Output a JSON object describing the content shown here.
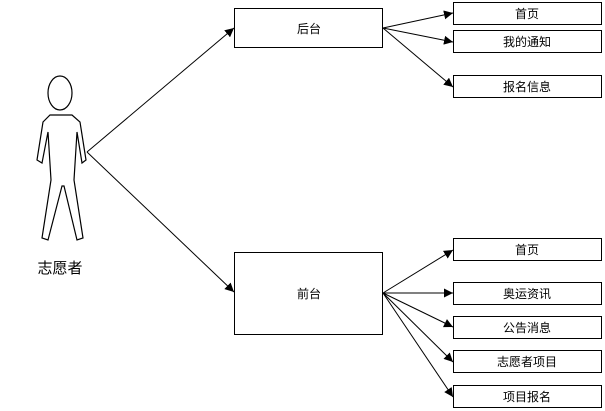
{
  "actor": {
    "label": "志愿者"
  },
  "backend": {
    "label": "后台",
    "children": [
      "首页",
      "我的通知",
      "报名信息"
    ]
  },
  "frontend": {
    "label": "前台",
    "children": [
      "首页",
      "奥运资讯",
      "公告消息",
      "志愿者项目",
      "项目报名"
    ]
  }
}
